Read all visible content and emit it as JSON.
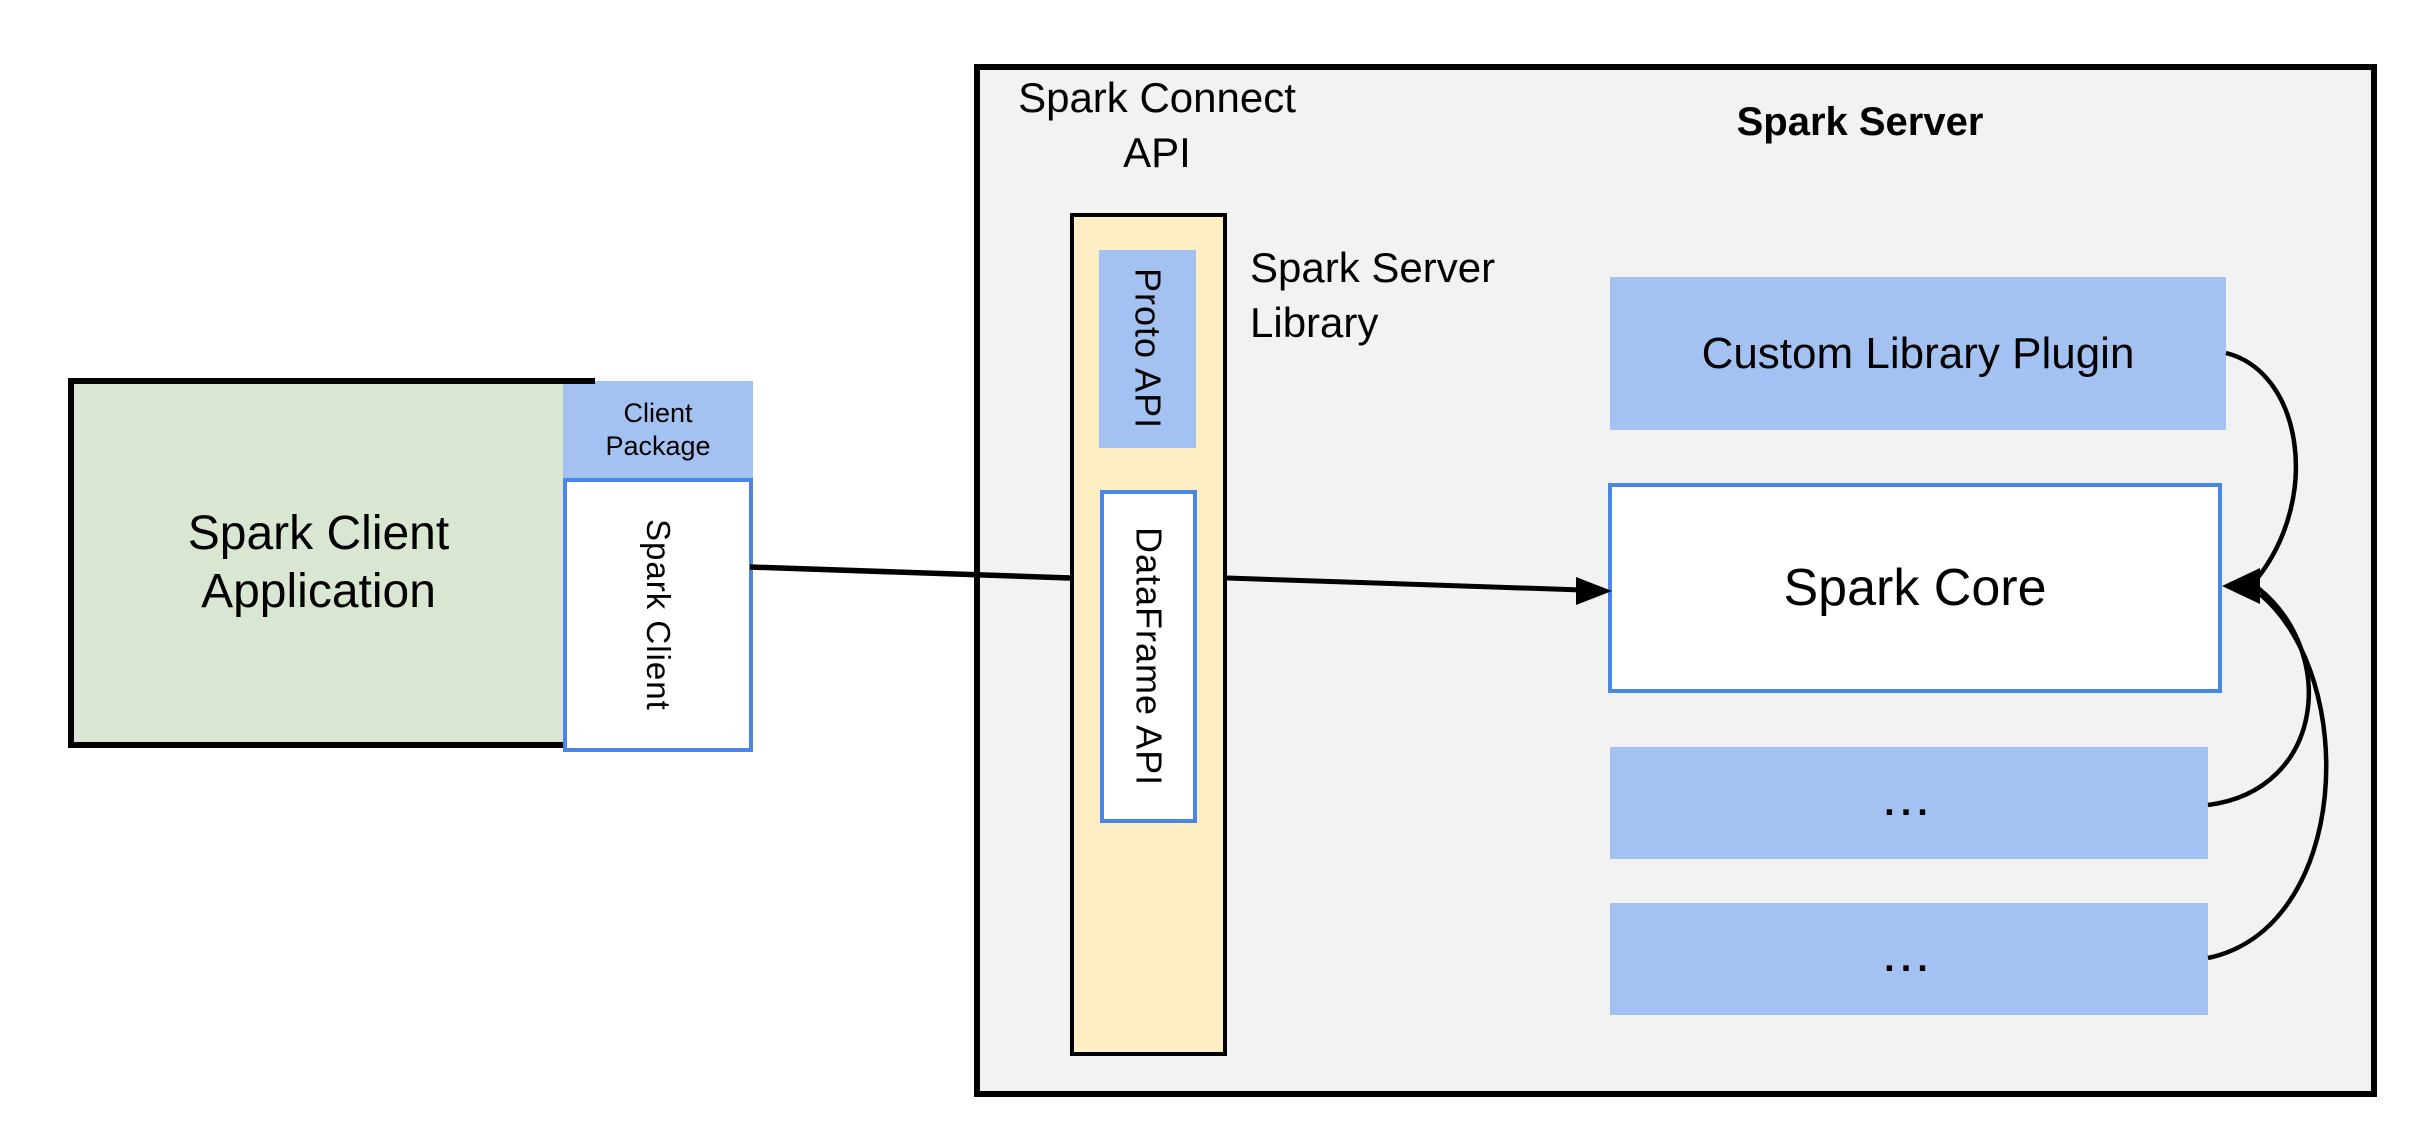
{
  "colors": {
    "blue_fill": "#a4c2f1",
    "green_fill": "#d9e7d2",
    "cream_fill": "#fdeec3",
    "gray_fill": "#f2f2f2",
    "blue_border": "#4a86e8",
    "line": "#000000"
  },
  "client_app": {
    "lines": [
      "Spark Client",
      "Application"
    ]
  },
  "client_package": {
    "lines": [
      "Client",
      "Package"
    ]
  },
  "spark_client": {
    "label": "Spark Client"
  },
  "connect_api": {
    "lines": [
      "Spark Connect",
      "API"
    ]
  },
  "proto_api": {
    "label": "Proto API"
  },
  "dataframe_api": {
    "label": "DataFrame API"
  },
  "server_library": {
    "lines": [
      "Spark Server",
      "Library"
    ]
  },
  "server": {
    "title": "Spark Server"
  },
  "custom_plugin": {
    "label": "Custom Library Plugin"
  },
  "spark_core": {
    "label": "Spark Core"
  },
  "plugin_slot_1": {
    "label": "..."
  },
  "plugin_slot_2": {
    "label": "..."
  }
}
